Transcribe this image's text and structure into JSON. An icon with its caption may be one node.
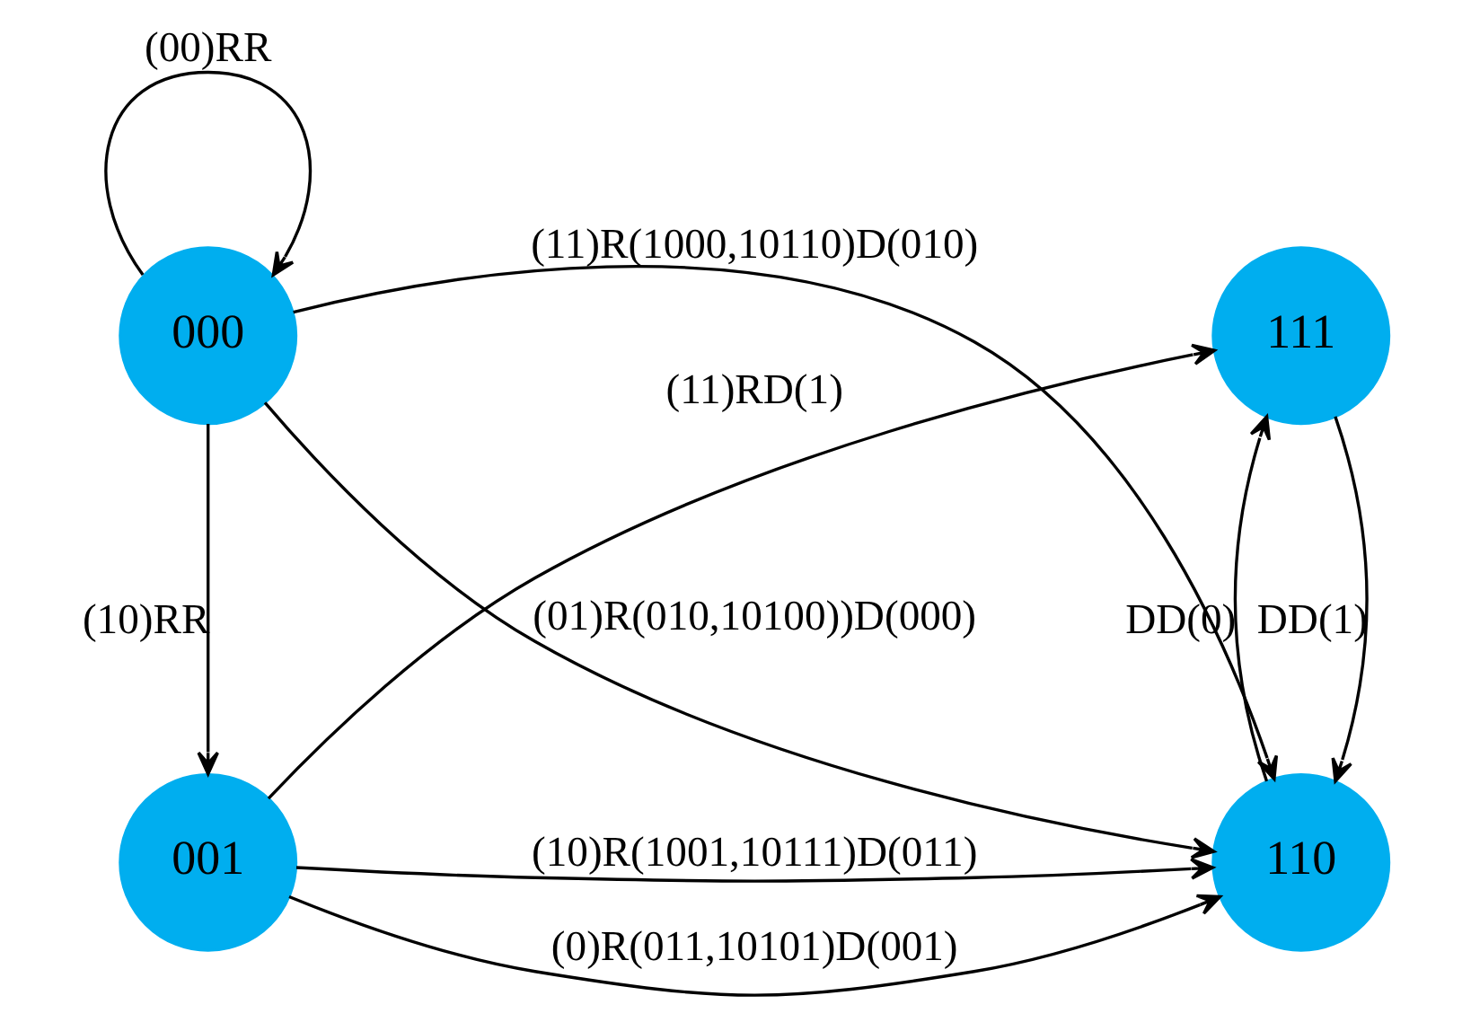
{
  "diagram": {
    "nodes": [
      {
        "text": [
          "111"
        ]
      },
      {
        "text": [
          "001"
        ]
      },
      {
        "text": [
          "110"
        ]
      },
      {
        "text": [
          "000"
        ]
      }
    ],
    "edges": [
      {
        "from": 1,
        "to": 0,
        "arrow": "to",
        "label": "(11)RD(1)"
      },
      {
        "from": 1,
        "to": 2,
        "arrow": "to",
        "label": "(10)R(1001,10111)D(011)"
      },
      {
        "from": 1,
        "to": 2,
        "arrow": "to",
        "label": "(0)R(011,10101)D(001)"
      },
      {
        "from": 0,
        "to": 2,
        "arrow": "to",
        "label": "DD(1)"
      },
      {
        "from": 2,
        "to": 0,
        "arrow": "to",
        "label": "DD(0)"
      },
      {
        "from": 3,
        "to": 1,
        "arrow": "to",
        "label": "(10)RR"
      },
      {
        "from": 3,
        "to": 2,
        "arrow": "to",
        "label": "(01)R(010,10100))D(000)"
      },
      {
        "from": 3,
        "to": 2,
        "arrow": "to",
        "label": "(11)R(1000,10110)D(010)"
      },
      {
        "from": 3,
        "to": 3,
        "arrow": "to",
        "label": "(00)RR"
      }
    ]
  }
}
